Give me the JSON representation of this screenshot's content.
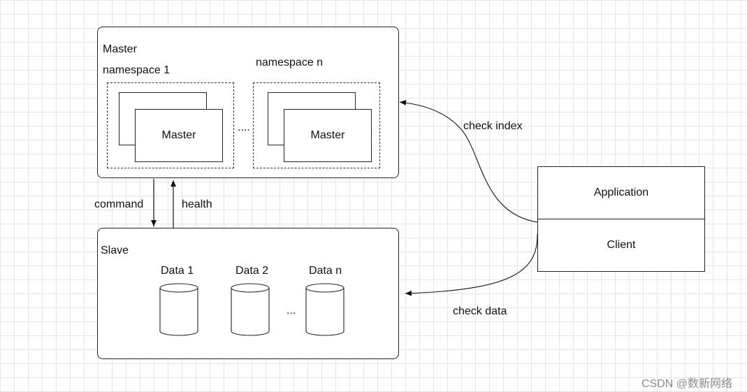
{
  "master": {
    "title": "Master",
    "namespace_1_label": "namespace 1",
    "namespace_n_label": "namespace n",
    "node_label_1": "Master",
    "node_label_n": "Master",
    "ellipsis": "...."
  },
  "slave": {
    "title": "Slave",
    "data": [
      "Data 1",
      "Data 2",
      "Data n"
    ],
    "ellipsis": "..."
  },
  "links": {
    "command": "command",
    "health": "health",
    "check_index": "check index",
    "check_data": "check data"
  },
  "app": {
    "application": "Application",
    "client": "Client"
  },
  "watermark": "CSDN @数新网络"
}
